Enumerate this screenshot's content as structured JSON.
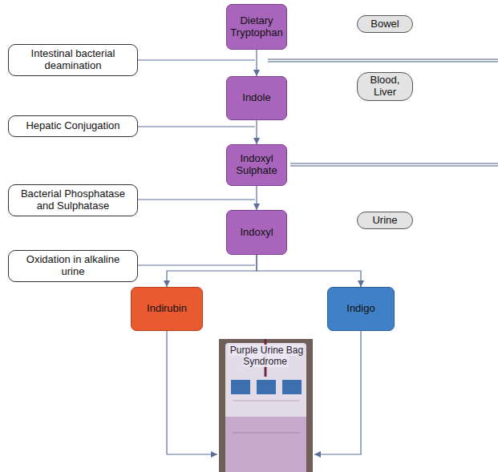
{
  "diagram": {
    "nodes": [
      {
        "text": [
          "Dietary Tryptophan"
        ]
      },
      {
        "text": [
          "Bowel"
        ]
      },
      {
        "text": [
          "Intestinal bacterial deamination"
        ]
      },
      {
        "text": [
          "Indole"
        ]
      },
      {
        "text": [
          "Blood, Liver"
        ]
      },
      {
        "text": [
          "Hepatic Conjugation"
        ]
      },
      {
        "text": [
          "Indoxyl Sulphate"
        ]
      },
      {
        "text": [
          "Bacterial Phosphatase and Sulphatase"
        ]
      },
      {
        "text": [
          "Indoxyl"
        ]
      },
      {
        "text": [
          "Urine"
        ]
      },
      {
        "text": [
          "Oxidation in alkaline urine"
        ]
      },
      {
        "text": [
          "Indirubin"
        ]
      },
      {
        "text": [
          "Indigo"
        ]
      },
      {
        "text": [
          "Purple Urine Bag Syndrome"
        ]
      }
    ],
    "edges": [
      {
        "from": 0,
        "to": 3,
        "arrow": "to"
      },
      {
        "from": 3,
        "to": 6,
        "arrow": "to"
      },
      {
        "from": 6,
        "to": 8,
        "arrow": "to"
      },
      {
        "from": 8,
        "to": 11,
        "arrow": "to"
      },
      {
        "from": 8,
        "to": 12,
        "arrow": "to"
      },
      {
        "from": 11,
        "to": 13,
        "arrow": "to"
      },
      {
        "from": 12,
        "to": 13,
        "arrow": "to"
      }
    ]
  }
}
